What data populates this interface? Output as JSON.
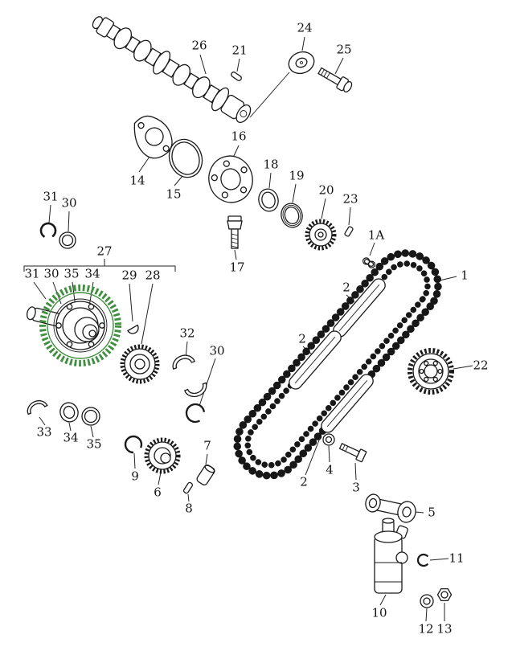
{
  "diagram": {
    "colors": {
      "line": "#1a1a1a",
      "gear_highlight_green": "#3f8f3f",
      "background": "#ffffff"
    }
  },
  "labels": {
    "p26": "26",
    "p21": "21",
    "p24": "24",
    "p25": "25",
    "p14": "14",
    "p15": "15",
    "p16": "16",
    "p18": "18",
    "p19": "19",
    "p20": "20",
    "p23": "23",
    "p1A": "1A",
    "p1": "1",
    "p17": "17",
    "p31a": "31",
    "p30a": "30",
    "p27": "27",
    "p31b": "31",
    "p30b": "30",
    "p35b": "35",
    "p34b": "34",
    "p29": "29",
    "p28": "28",
    "p32": "32",
    "p30c": "30",
    "p2a": "2",
    "p2b": "2",
    "p2c": "2",
    "p22": "22",
    "p33": "33",
    "p34a": "34",
    "p35a": "35",
    "p9": "9",
    "p6": "6",
    "p7": "7",
    "p8": "8",
    "p4": "4",
    "p3": "3",
    "p5": "5",
    "p11": "11",
    "p10": "10",
    "p12": "12",
    "p13": "13"
  }
}
